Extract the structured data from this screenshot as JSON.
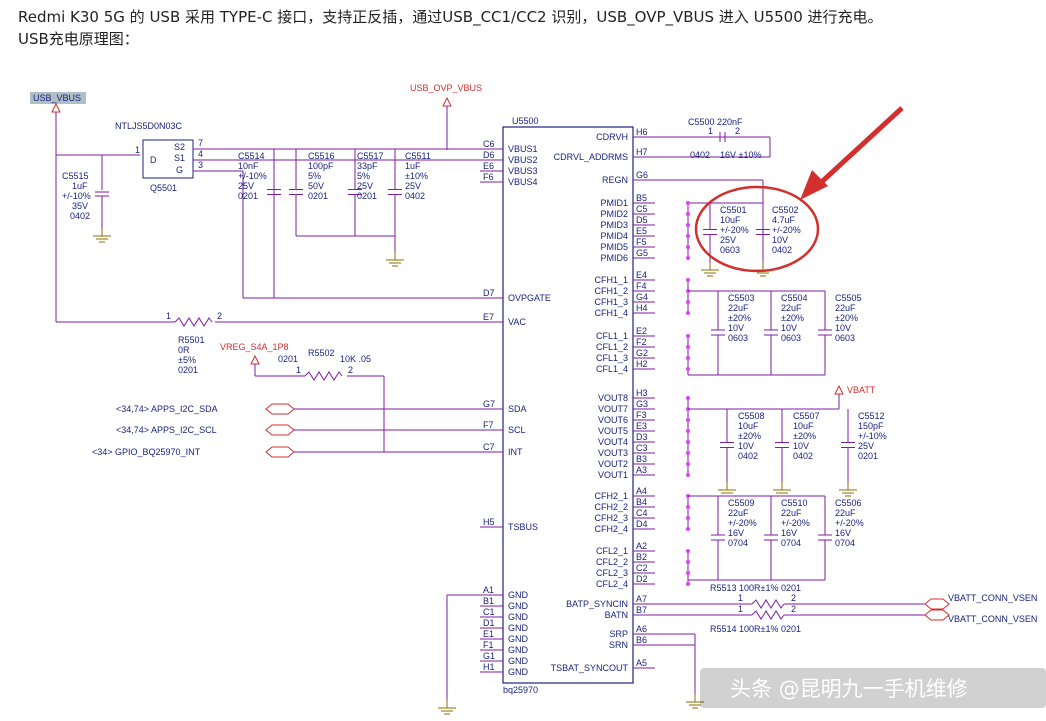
{
  "intro": {
    "line1": "Redmi K30 5G 的 USB 采用 TYPE-C 接口，支持正反插，通过USB_CC1/CC2 识别，USB_OVP_VBUS 进入 U5500 进行充电。",
    "line2": "USB充电原理图："
  },
  "nets": {
    "usb_vbus": "USB_VBUS",
    "usb_ovp_vbus": "USB_OVP_VBUS",
    "vreg": "VREG_S4A_1P8",
    "vbatt": "VBATT",
    "vbatt_conn_1": "VBATT_CONN_VSEN",
    "vbatt_conn_2": "VBATT_CONN_VSEN"
  },
  "signals": {
    "sda": "<34,74>  APPS_I2C_SDA",
    "scl": "<34,74>  APPS_I2C_SCL",
    "int": "<34>  GPIO_BQ25970_INT"
  },
  "chip": {
    "ref": "U5500",
    "part": "bq25970",
    "left_pins": [
      {
        "num": "C6",
        "name": "VBUS1"
      },
      {
        "num": "D6",
        "name": "VBUS2"
      },
      {
        "num": "E6",
        "name": "VBUS3"
      },
      {
        "num": "F6",
        "name": "VBUS4"
      },
      {
        "num": "D7",
        "name": "OVPGATE"
      },
      {
        "num": "E7",
        "name": "VAC"
      },
      {
        "num": "G7",
        "name": "SDA"
      },
      {
        "num": "F7",
        "name": "SCL"
      },
      {
        "num": "C7",
        "name": "INT"
      },
      {
        "num": "H5",
        "name": "TSBUS"
      },
      {
        "num": "A1",
        "name": "GND"
      },
      {
        "num": "B1",
        "name": "GND"
      },
      {
        "num": "C1",
        "name": "GND"
      },
      {
        "num": "D1",
        "name": "GND"
      },
      {
        "num": "E1",
        "name": "GND"
      },
      {
        "num": "F1",
        "name": "GND"
      },
      {
        "num": "G1",
        "name": "GND"
      },
      {
        "num": "H1",
        "name": "GND"
      }
    ],
    "right_pins": [
      {
        "num": "H6",
        "name": "CDRVH"
      },
      {
        "num": "H7",
        "name": "CDRVL_ADDRMS"
      },
      {
        "num": "G6",
        "name": "REGN"
      },
      {
        "num": "B5",
        "name": "PMID1"
      },
      {
        "num": "C5",
        "name": "PMID2"
      },
      {
        "num": "D5",
        "name": "PMID3"
      },
      {
        "num": "E5",
        "name": "PMID4"
      },
      {
        "num": "F5",
        "name": "PMID5"
      },
      {
        "num": "G5",
        "name": "PMID6"
      },
      {
        "num": "E4",
        "name": "CFH1_1"
      },
      {
        "num": "F4",
        "name": "CFH1_2"
      },
      {
        "num": "G4",
        "name": "CFH1_3"
      },
      {
        "num": "H4",
        "name": "CFH1_4"
      },
      {
        "num": "E2",
        "name": "CFL1_1"
      },
      {
        "num": "F2",
        "name": "CFL1_2"
      },
      {
        "num": "G2",
        "name": "CFL1_3"
      },
      {
        "num": "H2",
        "name": "CFL1_4"
      },
      {
        "num": "H3",
        "name": "VOUT8"
      },
      {
        "num": "G3",
        "name": "VOUT7"
      },
      {
        "num": "F3",
        "name": "VOUT6"
      },
      {
        "num": "E3",
        "name": "VOUT5"
      },
      {
        "num": "D3",
        "name": "VOUT4"
      },
      {
        "num": "C3",
        "name": "VOUT3"
      },
      {
        "num": "B3",
        "name": "VOUT2"
      },
      {
        "num": "A3",
        "name": "VOUT1"
      },
      {
        "num": "A4",
        "name": "CFH2_1"
      },
      {
        "num": "B4",
        "name": "CFH2_2"
      },
      {
        "num": "C4",
        "name": "CFH2_3"
      },
      {
        "num": "D4",
        "name": "CFH2_4"
      },
      {
        "num": "A2",
        "name": "CFL2_1"
      },
      {
        "num": "B2",
        "name": "CFL2_2"
      },
      {
        "num": "C2",
        "name": "CFL2_3"
      },
      {
        "num": "D2",
        "name": "CFL2_4"
      },
      {
        "num": "A7",
        "name": "BATP_SYNCIN"
      },
      {
        "num": "B7",
        "name": "BATN"
      },
      {
        "num": "A6",
        "name": "SRP"
      },
      {
        "num": "B6",
        "name": "SRN"
      },
      {
        "num": "A5",
        "name": "TSBAT_SYNCOUT"
      }
    ]
  },
  "mosfet": {
    "part": "NTLJS5D0N03C",
    "ref": "Q5501",
    "pins": [
      "S2",
      "S1",
      "G",
      "D"
    ],
    "nums": [
      "7",
      "4",
      "3",
      "1"
    ]
  },
  "resistors": {
    "r5501": [
      "R5501",
      "0R",
      "±5%",
      "0201"
    ],
    "r5502": [
      "R5502",
      "10K .05",
      "0201"
    ],
    "r5513": "R5513     100R±1%    0201",
    "r5514": "R5514     100R±1%    0201"
  },
  "caps": {
    "c5515": [
      "C5515",
      "1uF",
      "+/-10%",
      "35V",
      "0402"
    ],
    "c5514": [
      "C5514",
      "10nF",
      "+/-10%",
      "25V",
      "0201"
    ],
    "c5516": [
      "C5516",
      "100pF",
      "5%",
      "50V",
      "0201"
    ],
    "c5517": [
      "C5517",
      "33pF",
      "5%",
      "25V",
      "0201"
    ],
    "c5511": [
      "C5511",
      "1uF",
      "±10%",
      "25V",
      "0402"
    ],
    "c5500": [
      "C5500 220nF",
      "0402",
      "16V ±10%"
    ],
    "c5501": [
      "C5501",
      "10uF",
      "+/-20%",
      "25V",
      "0603"
    ],
    "c5502": [
      "C5502",
      "4.7uF",
      "+/-20%",
      "10V",
      "0402"
    ],
    "c5503": [
      "C5503",
      "22uF",
      "±20%",
      "10V",
      "0603"
    ],
    "c5504": [
      "C5504",
      "22uF",
      "±20%",
      "10V",
      "0603"
    ],
    "c5505": [
      "C5505",
      "22uF",
      "±20%",
      "10V",
      "0603"
    ],
    "c5508": [
      "C5508",
      "10uF",
      "±20%",
      "10V",
      "0402"
    ],
    "c5507": [
      "C5507",
      "10uF",
      "±20%",
      "10V",
      "0402"
    ],
    "c5512": [
      "C5512",
      "150pF",
      "+/-10%",
      "25V",
      "0201"
    ],
    "c5509": [
      "C5509",
      "22uF",
      "+/-20%",
      "16V",
      "0704"
    ],
    "c5510": [
      "C5510",
      "22uF",
      "+/-20%",
      "16V",
      "0704"
    ],
    "c5506": [
      "C5506",
      "22uF",
      "+/-20%",
      "16V",
      "0704"
    ]
  },
  "watermark": "头条 @昆明九一手机维修",
  "colors": {
    "wire": "#7b1fa2",
    "chip": "#1a237e",
    "net": "#d32f2f",
    "gnd": "#8d6e00",
    "highlight": "#d32f2f"
  }
}
